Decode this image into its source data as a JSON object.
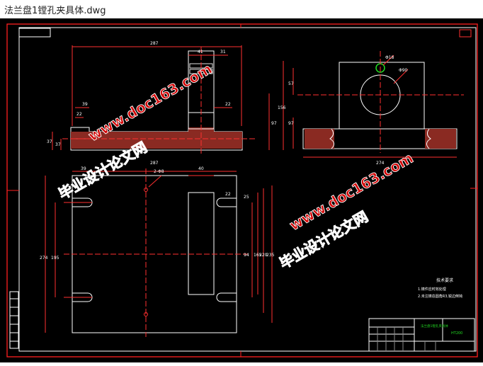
{
  "window": {
    "title": "法兰盘1镗孔夹具体.dwg"
  },
  "drawing": {
    "top_view": {
      "dims": {
        "width": "287",
        "d41": "41",
        "d31": "31",
        "d39": "39",
        "d22a": "22",
        "d22b": "22",
        "d97": "97",
        "d37a": "37",
        "d37b": "37"
      }
    },
    "side_view": {
      "dims": {
        "hole": "Φ18",
        "dia": "Φ90",
        "h156": "156",
        "h57": "57",
        "h97": "97",
        "w274": "274"
      }
    },
    "plan_view": {
      "dims": {
        "d39": "39",
        "w287": "287",
        "slot": "2-Φ8",
        "d40": "40",
        "d22": "22",
        "d25": "25",
        "h274": "274",
        "h195": "195",
        "h94": "94",
        "h165": "165",
        "h220": "220",
        "h235": "235"
      }
    },
    "notes": {
      "title": "技术要求",
      "line1": "1.铸件应时效处理",
      "line2": "2.未注铸造圆角R3,锐边倒钝"
    },
    "title_block": {
      "cell1": "法兰盘1镗孔夹具体",
      "cell2": "HT200"
    },
    "watermark": {
      "cn": "毕业设计论文网",
      "url": "www.doc163.com"
    }
  }
}
